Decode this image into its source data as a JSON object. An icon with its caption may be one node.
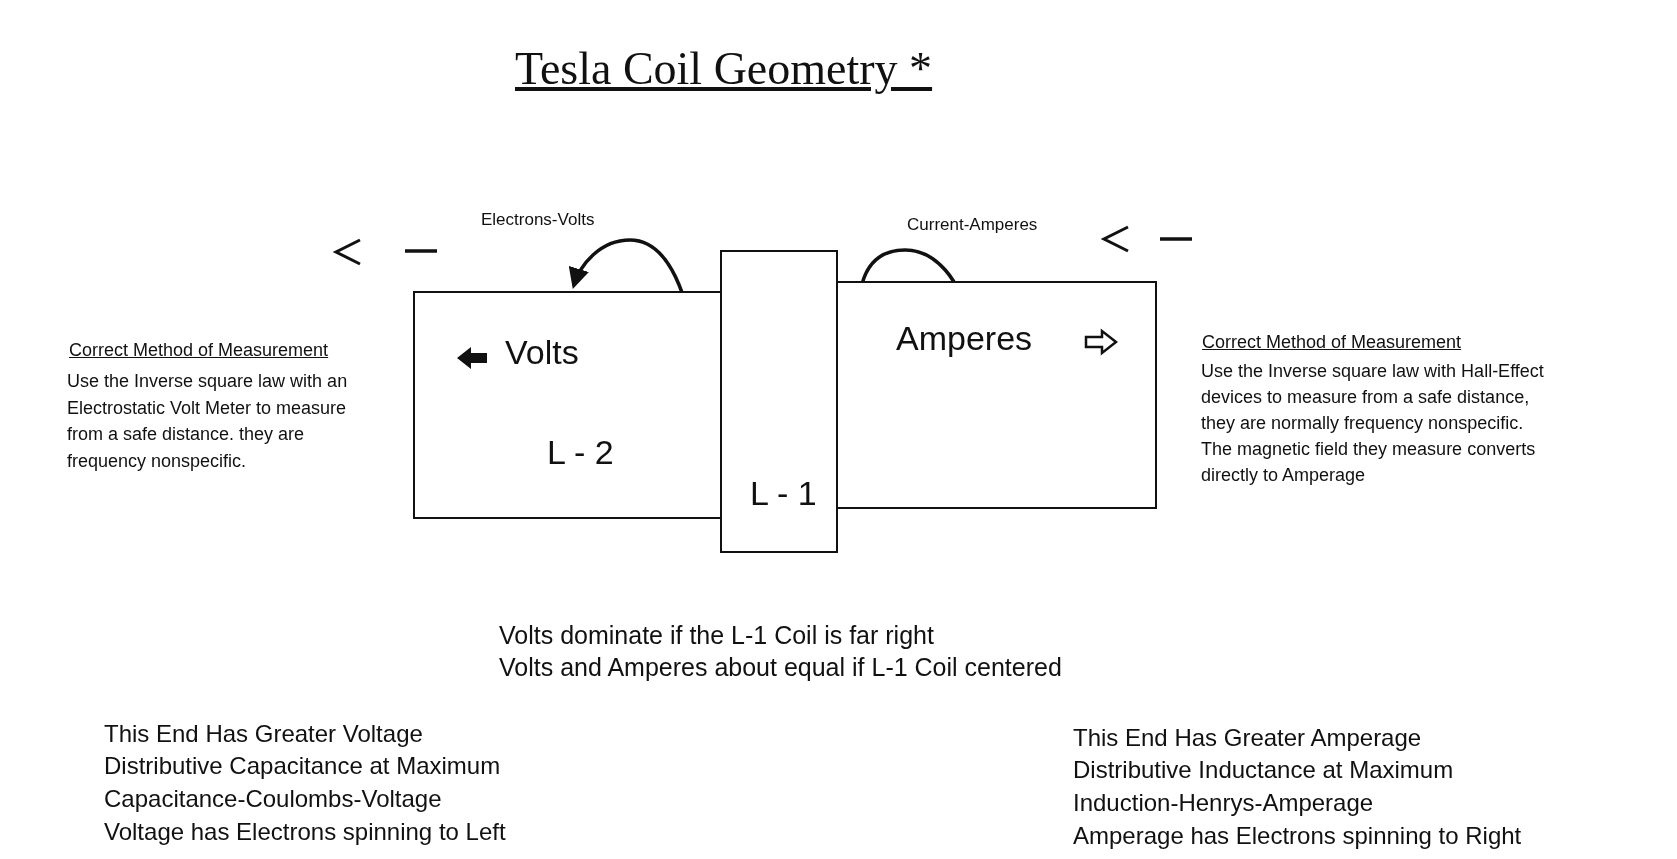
{
  "diagram": {
    "title": "Tesla Coil Geometry *",
    "nodes": [
      {
        "text": [
          "Volts",
          "L - 2"
        ]
      },
      {
        "text": [
          "L - 1"
        ]
      },
      {
        "text": [
          "Amperes"
        ]
      }
    ],
    "labels": [
      "Electrons-Volts",
      "Current-Amperes",
      "Correct Method of Measurement",
      "Use the Inverse square law with an Electrostatic Volt Meter to measure from a safe distance. they are frequency nonspecific.",
      "Correct Method of Measurement",
      "Use the Inverse square law with Hall-Effect devices to measure from a safe distance, they are normally frequency nonspecific. The magnetic field they measure converts directly to Amperage",
      "Volts dominate if the L-1 Coil is far right",
      "Volts and Amperes about equal if L-1 Coil centered",
      "This End Has Greater Voltage",
      "Distributive Capacitance at Maximum",
      "Capacitance-Coulombs-Voltage",
      "Voltage has Electrons spinning to Left",
      "This End Has Greater Amperage",
      "Distributive Inductance at Maximum",
      "Induction-Henrys-Amperage",
      "Amperage has Electrons spinning to Right"
    ]
  }
}
